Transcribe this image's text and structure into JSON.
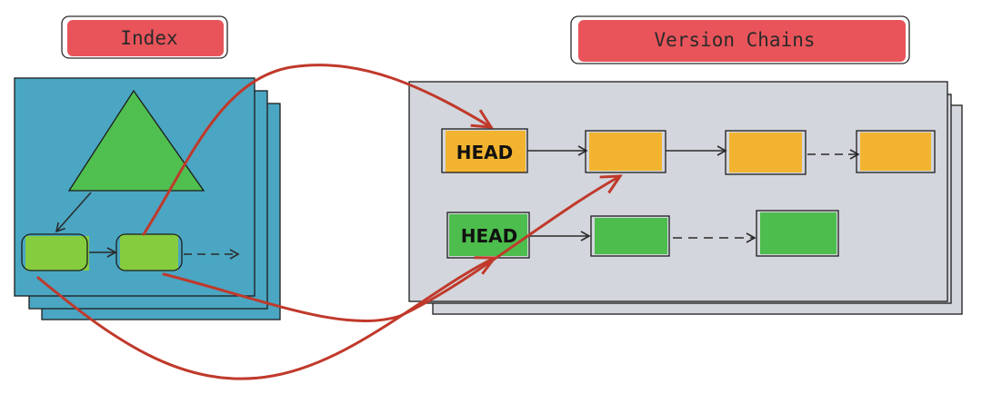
{
  "labels": {
    "index_title": "Index",
    "version_chains_title": "Version Chains",
    "head_top": "HEAD",
    "head_bottom": "HEAD"
  },
  "colors": {
    "title_banner": "#e8545a",
    "index_panel": "#4aa6c2",
    "chains_panel": "#d3d6dc",
    "tree_triangle": "#4fbf4f",
    "leaf_node": "#86cc3f",
    "orange_version": "#f2b430",
    "green_version": "#4dbd4d",
    "pointer_arrow": "#c0392b",
    "stroke": "#2a2a2a"
  }
}
